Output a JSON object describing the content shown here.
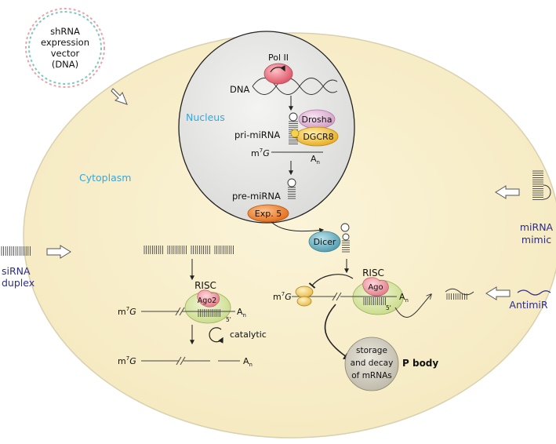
{
  "vector": {
    "line1": "shRNA",
    "line2": "expression",
    "line3": "vector",
    "line4": "(DNA)"
  },
  "regions": {
    "cytoplasm": "Cytoplasm",
    "nucleus": "Nucleus"
  },
  "nucleus": {
    "pol2": "Pol II",
    "dna": "DNA",
    "drosha": "Drosha",
    "dgcr8": "DGCR8",
    "pri_mirna": "pri-miRNA",
    "pre_mirna": "pre-miRNA",
    "exp5": "Exp. 5",
    "cap_base": "m",
    "cap_sup": "7",
    "cap_g": "G",
    "tail_a": "A",
    "tail_n": "n"
  },
  "dicer": "Dicer",
  "sirna_path": {
    "risc": "RISC",
    "ago2": "Ago2",
    "five_prime": "5'",
    "catalytic": "catalytic"
  },
  "mirna_path": {
    "risc": "RISC",
    "ago": "Ago",
    "five_prime": "5'"
  },
  "pbody": {
    "line1": "storage",
    "line2": "and decay",
    "line3": "of mRNAs",
    "label": "P body"
  },
  "external": {
    "mimic_line1": "miRNA",
    "mimic_line2": "mimic",
    "sirna_line1": "siRNA",
    "sirna_line2": "duplex",
    "antimir": "AntimiR"
  },
  "colors": {
    "cell_fill": "#f9f1d0",
    "cell_stroke": "#d8cfb0",
    "nucleus_fill": "#ededec",
    "label_blue": "#3aa6d8",
    "text_navy": "#2c2d8c",
    "pol2": "#e8707a",
    "drosha": "#e3b8da",
    "dgcr8": "#f4c84a",
    "exp5": "#f08a3a",
    "dicer": "#6ab0c2",
    "risc": "#dfeab0",
    "ago": "#f0a6ae",
    "pbody": "#d6d2c4"
  }
}
